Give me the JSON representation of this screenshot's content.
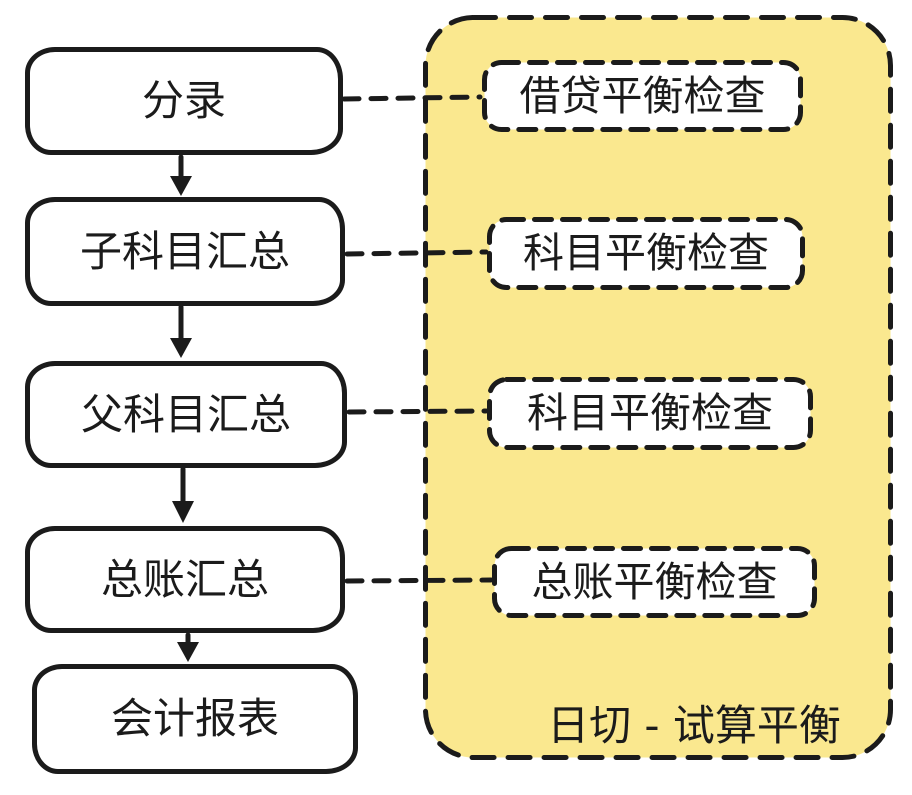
{
  "diagram": {
    "flow_nodes": [
      {
        "label": "分录"
      },
      {
        "label": "子科目汇总"
      },
      {
        "label": "父科目汇总"
      },
      {
        "label": "总账汇总"
      },
      {
        "label": "会计报表"
      }
    ],
    "check_nodes": [
      {
        "label": "借贷平衡检查"
      },
      {
        "label": "科目平衡检查"
      },
      {
        "label": "科目平衡检查"
      },
      {
        "label": "总账平衡检查"
      }
    ],
    "panel": {
      "label": "日切 - 试算平衡"
    },
    "colors": {
      "panel_fill": "#FAE88F",
      "node_fill": "#FFFFFF",
      "stroke": "#1B1B1B"
    },
    "connections": [
      {
        "from": "分录",
        "to": "借贷平衡检查",
        "style": "dashed-line"
      },
      {
        "from": "子科目汇总",
        "to": "科目平衡检查",
        "style": "dashed-line"
      },
      {
        "from": "父科目汇总",
        "to": "科目平衡检查",
        "style": "dashed-line"
      },
      {
        "from": "总账汇总",
        "to": "总账平衡检查",
        "style": "dashed-line"
      },
      {
        "from": "分录",
        "to": "子科目汇总",
        "style": "arrow"
      },
      {
        "from": "子科目汇总",
        "to": "父科目汇总",
        "style": "arrow"
      },
      {
        "from": "父科目汇总",
        "to": "总账汇总",
        "style": "arrow"
      },
      {
        "from": "总账汇总",
        "to": "会计报表",
        "style": "arrow"
      }
    ]
  }
}
